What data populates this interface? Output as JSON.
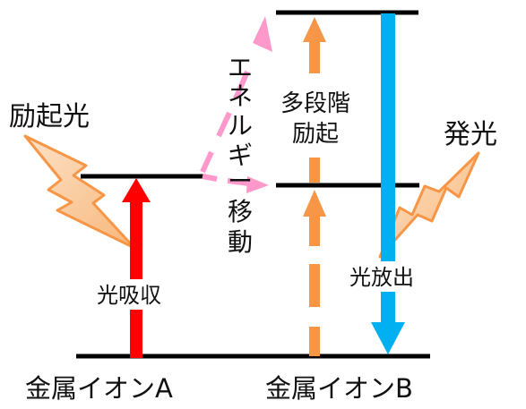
{
  "labels": {
    "excitation_light": "励起光",
    "emission": "発光",
    "energy_transfer": [
      "エ",
      "ネ",
      "ル",
      "ギ",
      "ー",
      "移",
      "動"
    ],
    "multistep": [
      "多段階",
      "励起"
    ],
    "light_absorption": "光吸収",
    "light_release": "光放出",
    "ion_a": "金属イオンA",
    "ion_b": "金属イオンB"
  },
  "colors": {
    "level_line": "#000000",
    "absorption_arrow": "#ff0000",
    "multistep_arrow": "#f79646",
    "emission_arrow": "#00b0f0",
    "transfer_arrow": "#ff99cc",
    "bolt_fill": "#fcd5b4",
    "bolt_stroke": "#f79646"
  },
  "icons": {
    "excitation_bolt": "lightning-bolt-icon",
    "emission_bolt": "lightning-bolt-icon"
  }
}
